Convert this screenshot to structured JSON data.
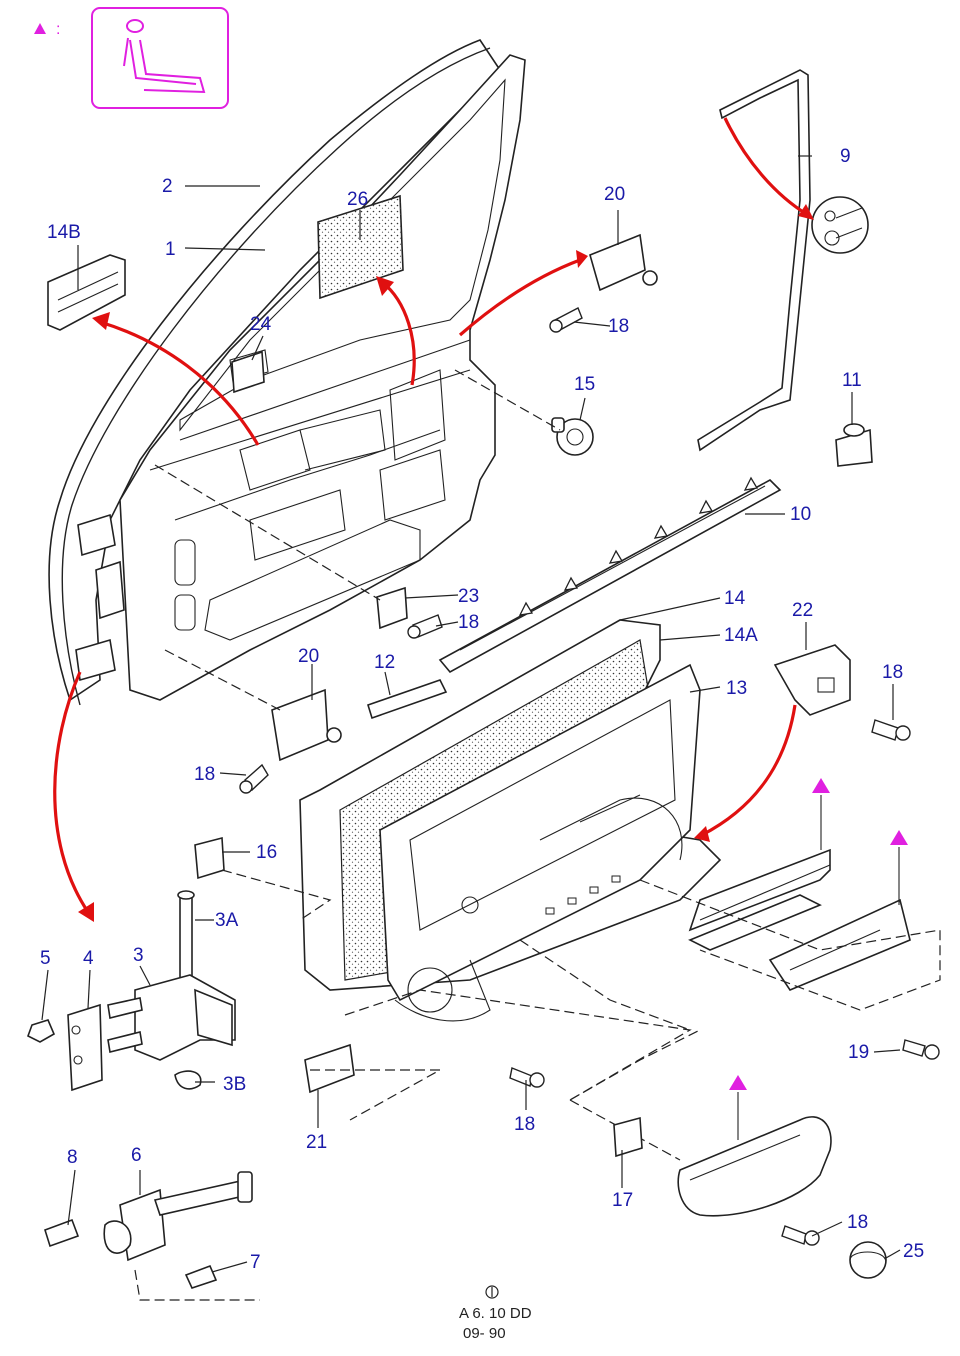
{
  "legend": {
    "marker_suffix": ":",
    "marker_color": "#e020e0",
    "icon": "seat-icon"
  },
  "labels": {
    "l1": "1",
    "l2": "2",
    "l3": "3",
    "l3a": "3A",
    "l3b": "3B",
    "l4": "4",
    "l5": "5",
    "l6": "6",
    "l7": "7",
    "l8": "8",
    "l9": "9",
    "l10": "10",
    "l11": "11",
    "l12": "12",
    "l13": "13",
    "l14": "14",
    "l14a": "14A",
    "l14b": "14B",
    "l15": "15",
    "l16": "16",
    "l17": "17",
    "l18a": "18",
    "l18b": "18",
    "l18c": "18",
    "l18d": "18",
    "l18e": "18",
    "l18f": "18",
    "l19": "19",
    "l20a": "20",
    "l20b": "20",
    "l21": "21",
    "l22": "22",
    "l23": "23",
    "l24": "24",
    "l25": "25",
    "l26": "26"
  },
  "footer": {
    "code": "A 6. 10 DD",
    "date": "09- 90"
  },
  "colors": {
    "label": "#1a1aa8",
    "arrow": "#e01010",
    "marker": "#e020e0"
  }
}
